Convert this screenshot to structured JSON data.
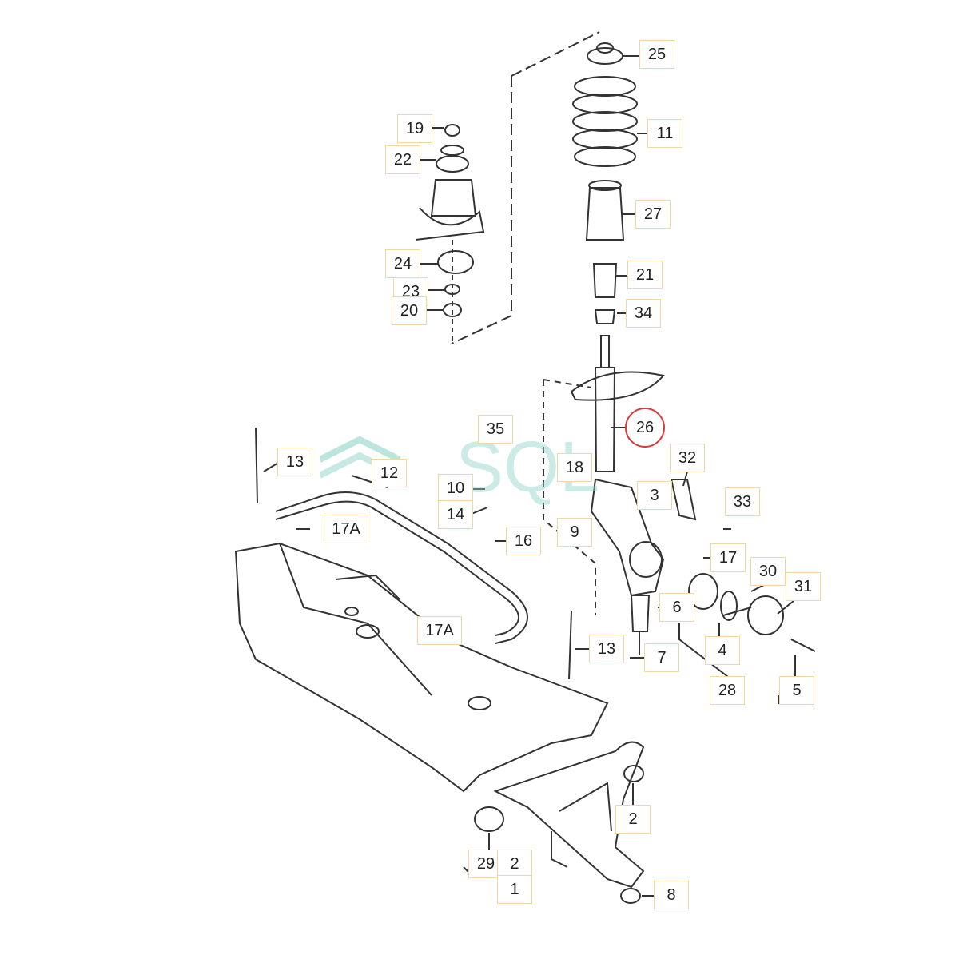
{
  "watermark": {
    "text": "SQL",
    "color": "#8fd3c8"
  },
  "colors": {
    "line": "#333333",
    "callout_border": "#f2d7a2",
    "highlight": "#d83a3a"
  },
  "highlighted_part": "26",
  "callouts": {
    "c25": "25",
    "c11": "11",
    "c27": "27",
    "c21": "21",
    "c34": "34",
    "c19": "19",
    "c22": "22",
    "c24": "24",
    "c23": "23",
    "c20": "20",
    "c26": "26",
    "c35": "35",
    "c18": "18",
    "c32": "32",
    "c13a": "13",
    "c12": "12",
    "c10": "10",
    "c14": "14",
    "c3": "3",
    "c9": "9",
    "c33": "33",
    "c17a1": "17A",
    "c16": "16",
    "c17": "17",
    "c30": "30",
    "c31": "31",
    "c17a2": "17A",
    "c6": "6",
    "c13b": "13",
    "c7": "7",
    "c4": "4",
    "c5": "5",
    "c28": "28",
    "c2a": "2",
    "c29": "29",
    "c2b": "2",
    "c1": "1",
    "c8": "8"
  }
}
